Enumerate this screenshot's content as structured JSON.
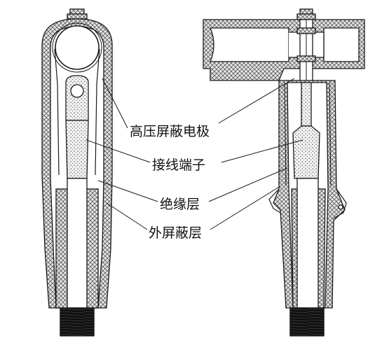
{
  "labels": {
    "hv_screen_electrode": "高压屏蔽电极",
    "connection_terminal": "接线端子",
    "insulation_layer": "绝缘层",
    "outer_screen_layer": "外屏蔽层"
  },
  "colors": {
    "line": "#1a1a1a",
    "background": "#ffffff",
    "dotted_fill": "#c8c8c8",
    "cross_hatch": "#5a5a5a",
    "thread_black": "#111111"
  }
}
